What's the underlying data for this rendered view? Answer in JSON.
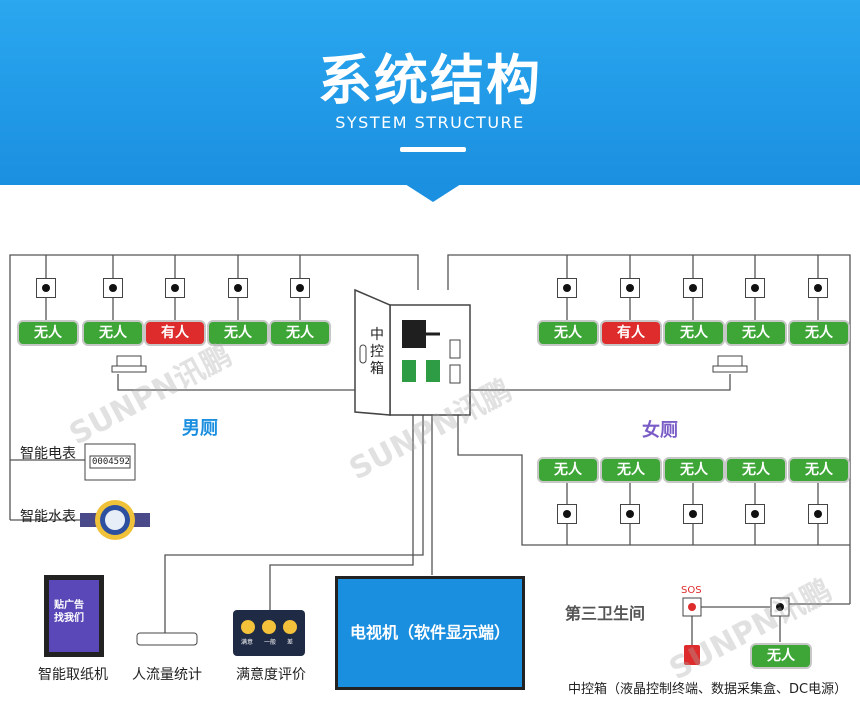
{
  "header": {
    "title": "系统结构",
    "subtitle": "SYSTEM STRUCTURE"
  },
  "men": {
    "label": "男厕",
    "stalls": [
      "无人",
      "无人",
      "有人",
      "无人",
      "无人"
    ],
    "occupied_index": [
      2
    ]
  },
  "women": {
    "label": "女厕",
    "top_stalls": [
      "无人",
      "有人",
      "无人",
      "无人",
      "无人"
    ],
    "bottom_stalls": [
      "无人",
      "无人",
      "无人",
      "无人",
      "无人"
    ]
  },
  "control_box": {
    "label": "中控箱"
  },
  "devices": {
    "meter_electric": "智能电表",
    "meter_electric_value": "0004592",
    "meter_water": "智能水表",
    "paper": "智能取纸机",
    "flow": "人流量统计",
    "survey": "满意度评价",
    "survey_faces": [
      "满意",
      "一般",
      "差"
    ],
    "tv": "电视机（软件显示端）"
  },
  "third_restroom": {
    "label": "第三卫生间",
    "sos": "SOS",
    "stall": "无人",
    "caption": "中控箱（液晶控制终端、数据采集盒、DC电源）"
  },
  "paper_screen": [
    "贴广告",
    "找我们"
  ],
  "watermark": "SUNPN讯鹏",
  "colors": {
    "header_blue": "#1b8fe0",
    "vacant": "#3da637",
    "occupied": "#de2b2b",
    "men_label": "#1a8fe0",
    "women_label": "#7a5cc7"
  }
}
